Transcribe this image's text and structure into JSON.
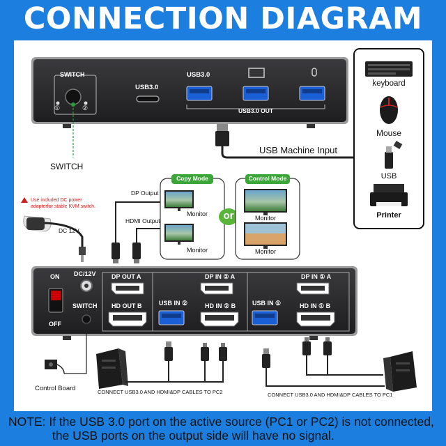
{
  "title": "CONNECTION DIAGRAM",
  "top_device": {
    "switch_label": "SWITCH",
    "pc1_mark": "①",
    "pc2_mark": "②",
    "usb3_port_label": "USB3.0",
    "usb3_hub_label": "USB3.0",
    "usb3_out_label": "USB3.0 OUT"
  },
  "switch_callout": "SWITCH",
  "usb_machine_input": "USB Machine Input",
  "peripherals": {
    "keyboard": "keyboard",
    "mouse": "Mouse",
    "usb": "USB",
    "printer": "Printer"
  },
  "power_note": "Use included DC power adapterfor stable KVM switch.",
  "dc_label": "DC 12V",
  "dp_output": "DP Output",
  "hdmi_output": "HDMI Output",
  "copy_mode": {
    "title": "Copy Mode",
    "monitor1": "Monitor",
    "monitor2": "Monitor"
  },
  "or_label": "or",
  "control_mode": {
    "title": "Control Mode",
    "monitor1": "Monitor",
    "monitor2": "Monitor"
  },
  "bottom_device": {
    "on": "ON",
    "off": "OFF",
    "dc12v": "DC/12V",
    "switch": "SWITCH",
    "dp_out_a": "DP OUT A",
    "hd_out_b": "HD OUT B",
    "dp_in_2_a": "DP IN ② A",
    "usb_in_2": "USB IN ②",
    "hd_in_2_b": "HD IN ② B",
    "dp_in_1_a": "DP IN ① A",
    "usb_in_1": "USB IN ①",
    "hd_in_1_b": "HD IN ① B"
  },
  "control_board": "Control Board",
  "connect_pc2": "CONNECT USB3.0 AND HDMI&DP CABLES TO PC2",
  "connect_pc1": "CONNECT USB3.0 AND HDMI&DP CABLES TO PC1",
  "note_line1": "NOTE: If the USB 3.0 port on the active source (PC1 or PC2) is not connected,",
  "note_line2": "the USB ports on the output side will have no signal.",
  "colors": {
    "background": "#1c7fe0",
    "device": "#2b2b2d",
    "mode_green": "#3da63a",
    "or_green": "#59b43a",
    "power_red": "#d11a1a"
  }
}
